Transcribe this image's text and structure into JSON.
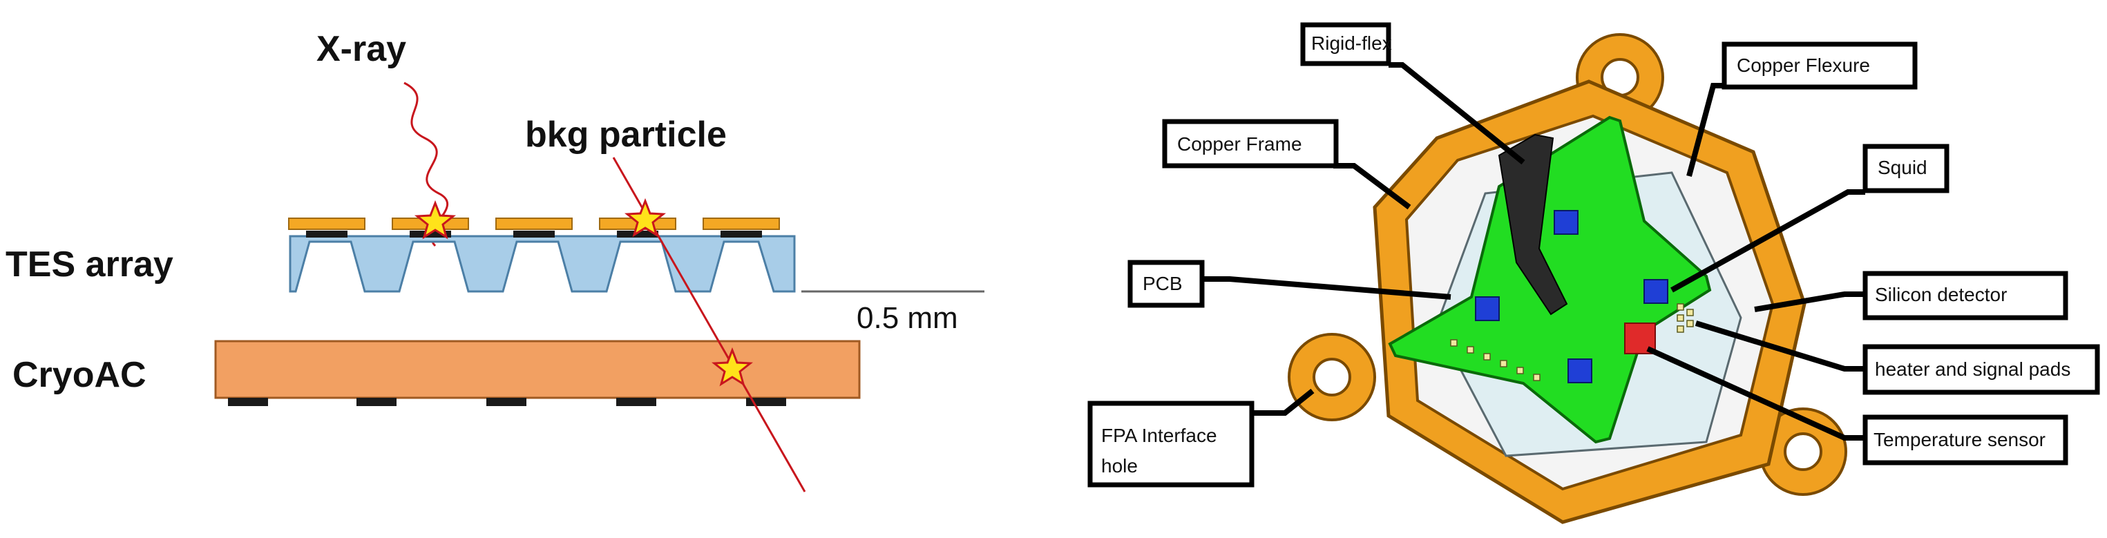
{
  "left_diagram": {
    "xray_label": "X-ray",
    "bkg_label": "bkg particle",
    "tes_label": "TES array",
    "cryoac_label": "CryoAC",
    "dimension_label": "0.5 mm"
  },
  "right_diagram": {
    "callouts": {
      "rigid_flex": "Rigid-flex",
      "copper_flexure": "Copper Flexure",
      "copper_frame": "Copper Frame",
      "squid": "Squid",
      "pcb": "PCB",
      "silicon_detector": "Silicon detector",
      "heater_pads": "heater and signal pads",
      "fpa_line1": "FPA   Interface",
      "fpa_line2": "hole",
      "temp_sensor": "Temperature sensor"
    }
  },
  "colors": {
    "absorber_gold": "#f4a824",
    "tes_blue": "#a8cde8",
    "cryoac_orange": "#f2a062",
    "particle_red": "#c8161d",
    "star_yellow": "#ffe31a",
    "frame_copper": "#f0a020",
    "pcb_green": "#22dd22",
    "squid_blue": "#1f3fd6",
    "sensor_red": "#e02a2a"
  }
}
